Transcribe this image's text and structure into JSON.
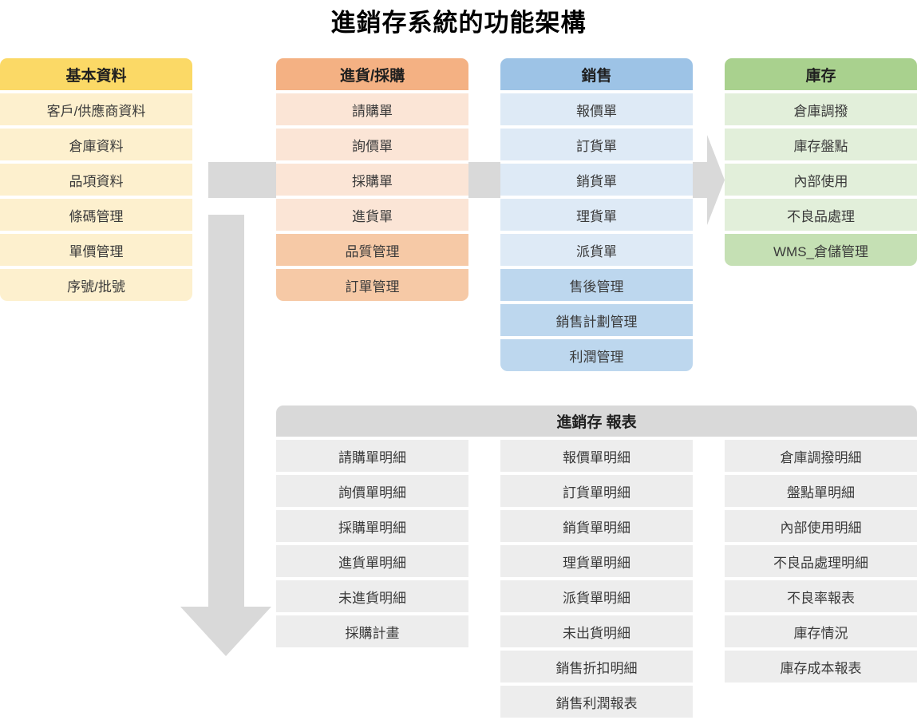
{
  "title": "進銷存系統的功能架構",
  "palette": {
    "basic": {
      "header": "#FBD966",
      "light": "#FDF0CE"
    },
    "purchase": {
      "header": "#F4B183",
      "light": "#FBE5D6",
      "medium": "#F6C9A6"
    },
    "sales": {
      "header": "#9DC3E6",
      "light": "#DEEAF6",
      "medium": "#BDD7EE"
    },
    "inventory": {
      "header": "#A9D18E",
      "light": "#E2EFDA",
      "medium": "#C5E0B4"
    },
    "report": {
      "header": "#D9D9D9",
      "light": "#EDEDED"
    },
    "arrow": "#D9D9D9",
    "text": "#3a3a3a"
  },
  "columns": [
    {
      "header": "基本資料",
      "items": [
        {
          "label": "客戶/供應商資料",
          "emphasis": false
        },
        {
          "label": "倉庫資料",
          "emphasis": false
        },
        {
          "label": "品項資料",
          "emphasis": false
        },
        {
          "label": "條碼管理",
          "emphasis": false
        },
        {
          "label": "單價管理",
          "emphasis": false
        },
        {
          "label": "序號/批號",
          "emphasis": false
        }
      ]
    },
    {
      "header": "進貨/採購",
      "items": [
        {
          "label": "請購單",
          "emphasis": false
        },
        {
          "label": "詢價單",
          "emphasis": false
        },
        {
          "label": "採購單",
          "emphasis": false
        },
        {
          "label": "進貨單",
          "emphasis": false
        },
        {
          "label": "品質管理",
          "emphasis": true
        },
        {
          "label": "訂單管理",
          "emphasis": true
        }
      ]
    },
    {
      "header": "銷售",
      "items": [
        {
          "label": "報價單",
          "emphasis": false
        },
        {
          "label": "訂貨單",
          "emphasis": false
        },
        {
          "label": "銷貨單",
          "emphasis": false
        },
        {
          "label": "理貨單",
          "emphasis": false
        },
        {
          "label": "派貨單",
          "emphasis": false
        },
        {
          "label": "售後管理",
          "emphasis": true
        },
        {
          "label": "銷售計劃管理",
          "emphasis": true
        },
        {
          "label": "利潤管理",
          "emphasis": true
        }
      ]
    },
    {
      "header": "庫存",
      "items": [
        {
          "label": "倉庫調撥",
          "emphasis": false
        },
        {
          "label": "庫存盤點",
          "emphasis": false
        },
        {
          "label": "內部使用",
          "emphasis": false
        },
        {
          "label": "不良品處理",
          "emphasis": false
        },
        {
          "label": "WMS_倉儲管理",
          "emphasis": true
        }
      ]
    }
  ],
  "report": {
    "header": "進銷存 報表",
    "columns": [
      {
        "items": [
          "請購單明細",
          "詢價單明細",
          "採購單明細",
          "進貨單明細",
          "未進貨明細",
          "採購計畫"
        ]
      },
      {
        "items": [
          "報價單明細",
          "訂貨單明細",
          "銷貨單明細",
          "理貨單明細",
          "派貨單明細",
          "未出貨明細",
          "銷售折扣明細",
          "銷售利潤報表"
        ]
      },
      {
        "items": [
          "倉庫調撥明細",
          "盤點單明細",
          "內部使用明細",
          "不良品處理明細",
          "不良率報表",
          "庫存情況",
          "庫存成本報表"
        ]
      }
    ]
  }
}
